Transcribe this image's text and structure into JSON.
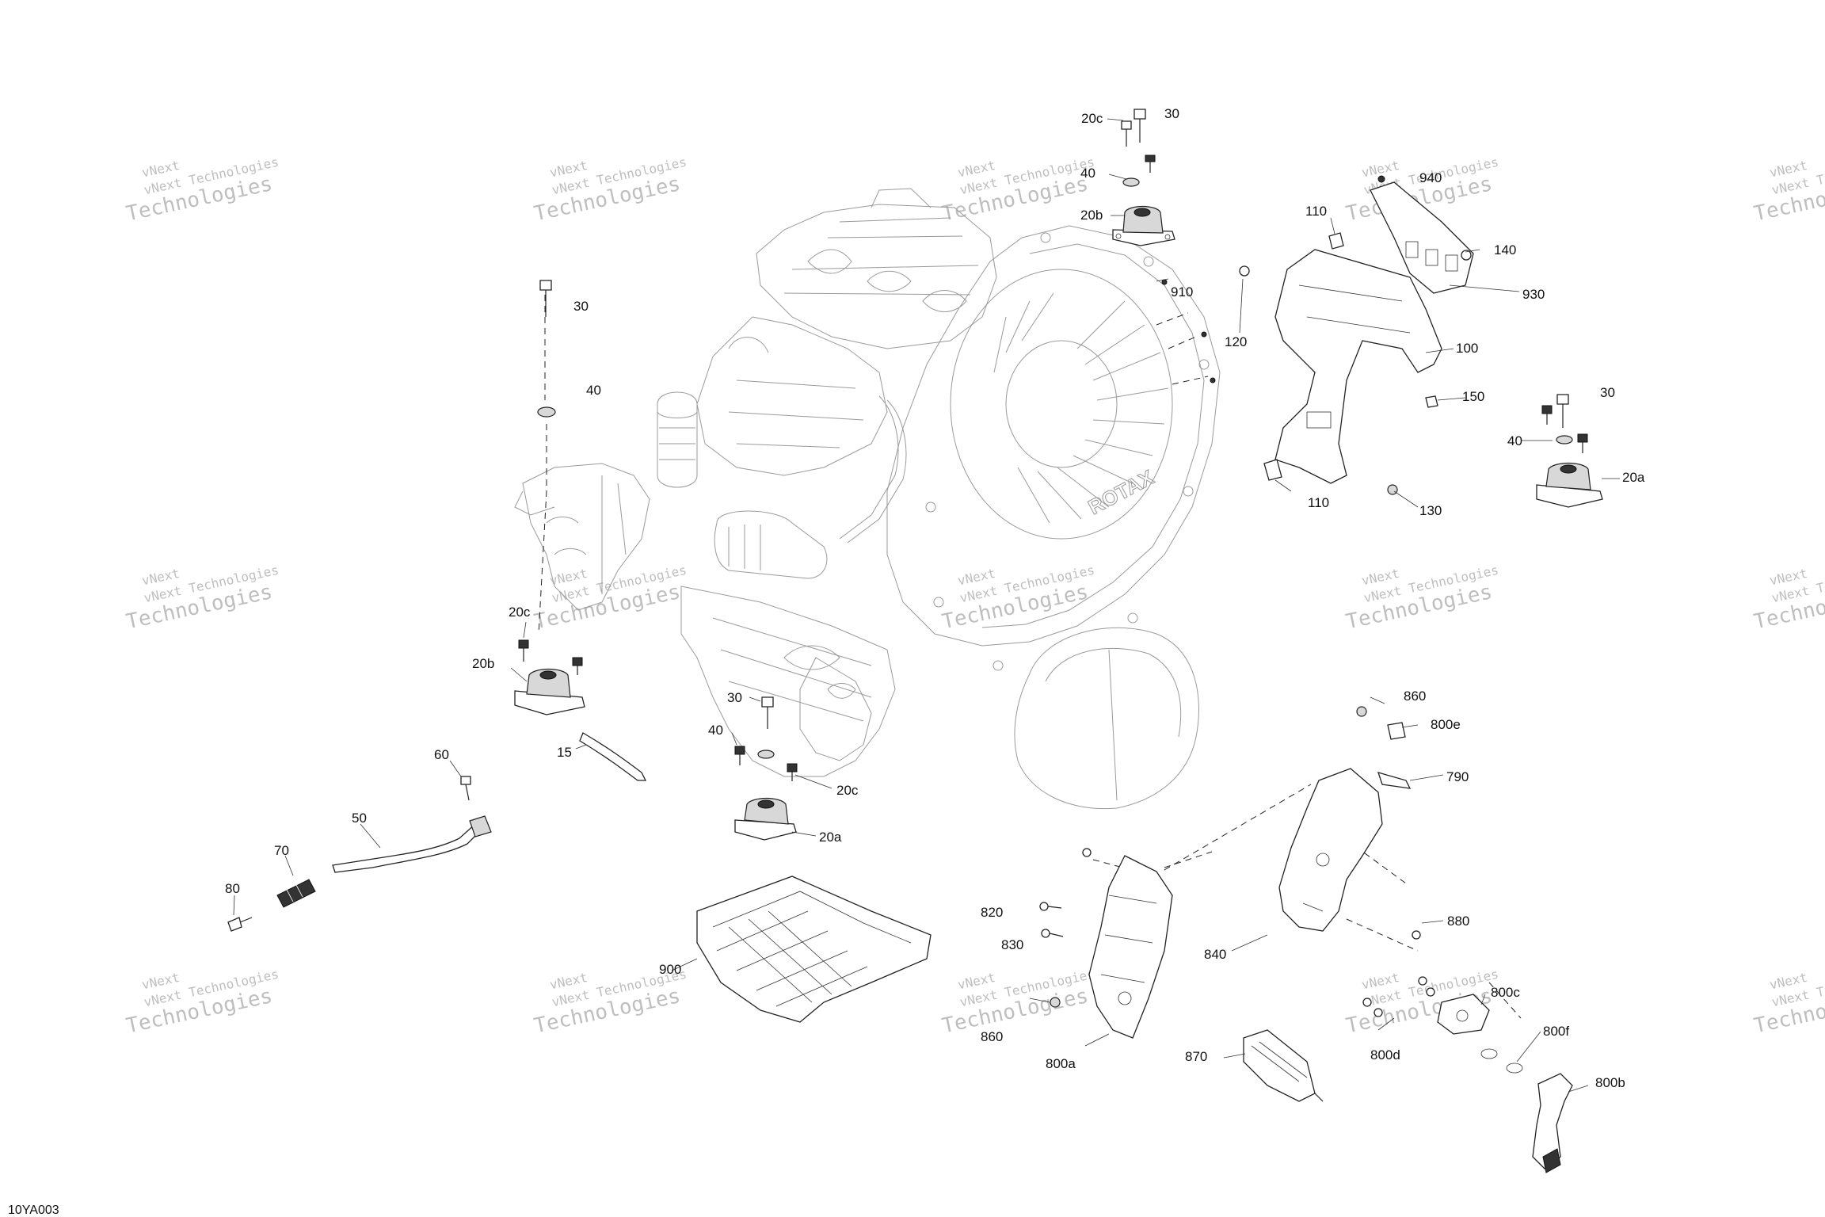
{
  "diagram_code": "10YA003",
  "watermark": {
    "line1": "vNext Technologies",
    "line2": "Technologies",
    "line3": "vNext"
  },
  "engine_logo": "ROTAX",
  "callouts": [
    {
      "label": "20c"
    },
    {
      "label": "30"
    },
    {
      "label": "40"
    },
    {
      "label": "20b"
    },
    {
      "label": "110"
    },
    {
      "label": "940"
    },
    {
      "label": "140"
    },
    {
      "label": "930"
    },
    {
      "label": "910"
    },
    {
      "label": "120"
    },
    {
      "label": "100"
    },
    {
      "label": "150"
    },
    {
      "label": "30"
    },
    {
      "label": "40"
    },
    {
      "label": "20a"
    },
    {
      "label": "110"
    },
    {
      "label": "130"
    },
    {
      "label": "30"
    },
    {
      "label": "40"
    },
    {
      "label": "20c"
    },
    {
      "label": "20b"
    },
    {
      "label": "15"
    },
    {
      "label": "30"
    },
    {
      "label": "40"
    },
    {
      "label": "20c"
    },
    {
      "label": "20a"
    },
    {
      "label": "60"
    },
    {
      "label": "50"
    },
    {
      "label": "70"
    },
    {
      "label": "80"
    },
    {
      "label": "900"
    },
    {
      "label": "860"
    },
    {
      "label": "800e"
    },
    {
      "label": "790"
    },
    {
      "label": "820"
    },
    {
      "label": "830"
    },
    {
      "label": "840"
    },
    {
      "label": "880"
    },
    {
      "label": "860"
    },
    {
      "label": "800a"
    },
    {
      "label": "870"
    },
    {
      "label": "800c"
    },
    {
      "label": "800f"
    },
    {
      "label": "800d"
    },
    {
      "label": "800b"
    }
  ]
}
